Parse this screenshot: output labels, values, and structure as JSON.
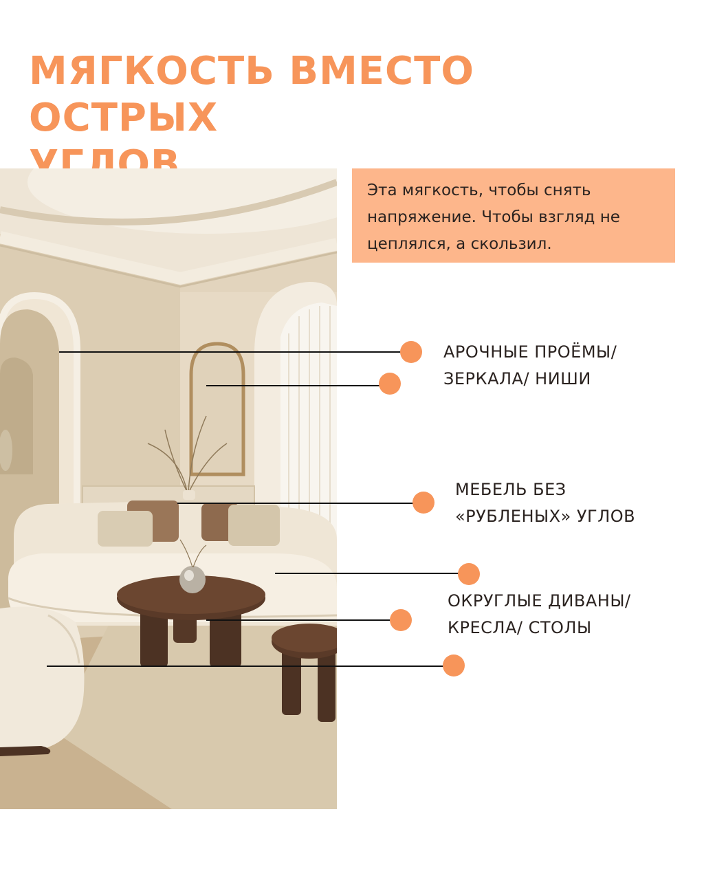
{
  "title": {
    "line1": "МЯГКОСТЬ ВМЕСТО ОСТРЫХ",
    "line2": "УГЛОВ"
  },
  "quote": {
    "line1": "Эта мягкость, чтобы снять",
    "line2": "напряжение. Чтобы взгляд не",
    "line3": "цеплялся, а скользил."
  },
  "labels": [
    {
      "line1": "АРОЧНЫЕ ПРОЁМЫ/",
      "line2": "ЗЕРКАЛА/ НИШИ"
    },
    {
      "line1": "МЕБЕЛЬ БЕЗ",
      "line2": "«РУБЛЕНЫХ» УГЛОВ"
    },
    {
      "line1": "ОКРУГЛЫЕ ДИВАНЫ/",
      "line2": "КРЕСЛА/ СТОЛЫ"
    }
  ],
  "colors": {
    "accent": "#f7955a",
    "quote_background": "#fdb68b",
    "text": "#2b2320"
  }
}
